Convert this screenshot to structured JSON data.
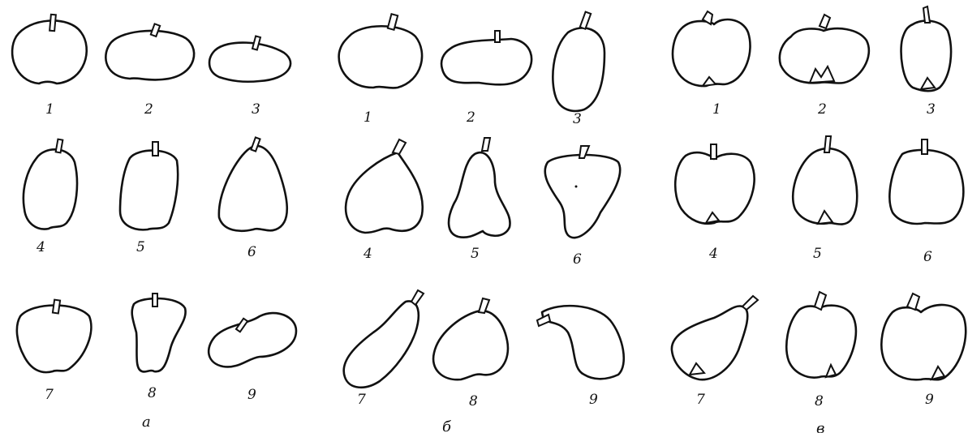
{
  "groups": [
    {
      "label": "а",
      "items": [
        "1",
        "2",
        "3",
        "4",
        "5",
        "6",
        "7",
        "8",
        "9"
      ]
    },
    {
      "label": "б",
      "items": [
        "1",
        "2",
        "3",
        "4",
        "5",
        "6",
        "7",
        "8",
        "9"
      ]
    },
    {
      "label": "в",
      "items": [
        "1",
        "2",
        "3",
        "4",
        "5",
        "6",
        "7",
        "8",
        "9"
      ]
    }
  ]
}
